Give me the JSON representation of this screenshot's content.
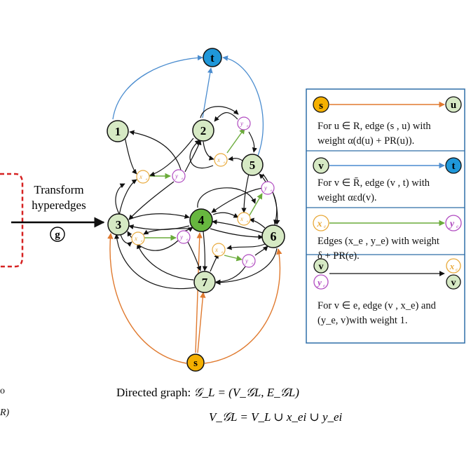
{
  "left_panel": {
    "transform_line1": "Transform",
    "transform_line2": "hyperedges",
    "circled_letter": "g"
  },
  "left_cut": {
    "char1": "o",
    "char2": "R)"
  },
  "graph": {
    "nodes": {
      "t": "t",
      "n1": "1",
      "n2": "2",
      "n3": "3",
      "n4": "4",
      "n5": "5",
      "n6": "6",
      "n7": "7",
      "s": "s"
    },
    "edge_nodes": {
      "x_label": "x",
      "y_label": "y",
      "sub_e": "e",
      "subs": [
        "e₁",
        "e₂",
        "e₃",
        "e₄",
        "e₅"
      ]
    }
  },
  "formula": {
    "line1_prefix": "Directed graph: ",
    "line1_math": "𝒢_L = (V_𝒢L, E_𝒢L)",
    "line2_math": "V_𝒢L = V_L ∪ x_ei ∪ y_ei"
  },
  "legend": {
    "row1": {
      "from": "s",
      "to": "u",
      "text1": "For u ∈ R, edge (s , u) with",
      "text2": "weight α(d(u) + PR(u))."
    },
    "row2": {
      "from": "v",
      "to": "t",
      "text1": "For v ∈ R̄, edge (v , t) with",
      "text2": "weight αεd(v)."
    },
    "row3": {
      "from": "x",
      "to": "y",
      "text1": "Edges (x_e , y_e) with weight",
      "text2": "δ + PR(e)."
    },
    "row4": {
      "from_top": "v",
      "from_bottom": "y",
      "to_top": "x",
      "to_bottom": "v",
      "text1": "For v ∈ e, edge (v , x_e)  and",
      "text2": "(y_e, v)with weight 1."
    }
  },
  "colors": {
    "s_fill": "#f5b000",
    "t_fill": "#1f97d9",
    "green_light": "#d6e9c4",
    "green_dark": "#67b73f",
    "orange": "#e07a2f",
    "blue": "#4a8ccf",
    "green_edge": "#6aab3a",
    "x_node": "#e8a93a",
    "y_node": "#b04ac0",
    "legend_border": "#2e6ea8",
    "dashed_red": "#d62222"
  }
}
